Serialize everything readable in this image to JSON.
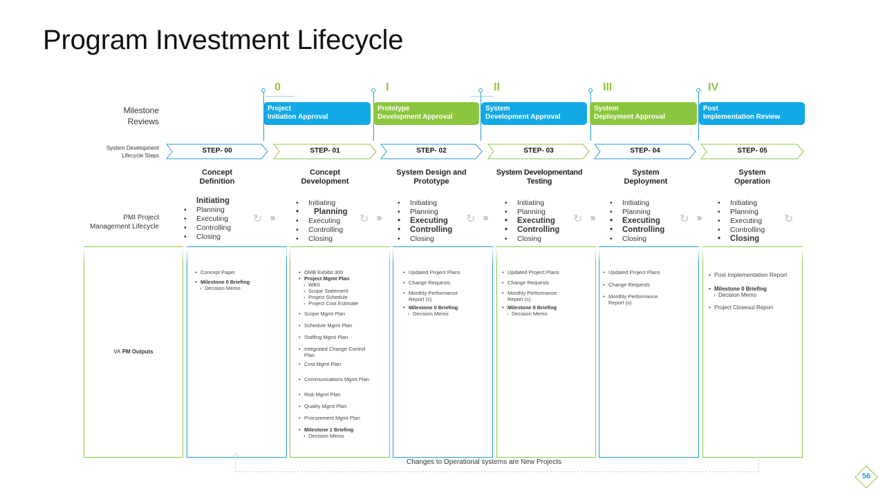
{
  "title": "Program Investment Lifecycle",
  "milestones": [
    {
      "roman": "0",
      "line1": "Project",
      "line2": "Initiation Approval",
      "color": "blue"
    },
    {
      "roman": "I",
      "line1": "Prototype",
      "line2": "Development Approval",
      "color": "green"
    },
    {
      "roman": "II",
      "line1": "System",
      "line2": "Development Approval",
      "color": "blue"
    },
    {
      "roman": "III",
      "line1": "System",
      "line2": "Deployment Approval",
      "color": "green"
    },
    {
      "roman": "IV",
      "line1": "Post",
      "line2": "Implementation Review",
      "color": "blue"
    }
  ],
  "labels": {
    "milestone_reviews_1": "Milestone",
    "milestone_reviews_2": "Reviews",
    "sdlc_1": "System Development",
    "sdlc_2": "Lifecycle Steps",
    "pmi_1": "PMI Project",
    "pmi_2": "Management Lifecycle",
    "outputs_prefix": "VA",
    "outputs_bold": "PM Outputs"
  },
  "steps": [
    "STEP- 00",
    "STEP- 01",
    "STEP- 02",
    "STEP- 03",
    "STEP- 04",
    "STEP- 05"
  ],
  "phases": [
    {
      "l1": "Concept",
      "l2": "Definition"
    },
    {
      "l1": "Concept",
      "l2": "Development"
    },
    {
      "l1": "System Design and",
      "l2": "Prototype"
    },
    {
      "l1": "System Developmentand",
      "l2": "Testing"
    },
    {
      "l1": "System",
      "l2": "Deployment"
    },
    {
      "l1": "System",
      "l2": "Operation"
    }
  ],
  "pmi_items": [
    "Initiating",
    "Planning",
    "Executing",
    "Controlling",
    "Closing"
  ],
  "outputs": {
    "c0": {
      "a": "Concept Paper",
      "b": "Milestone 0 Briefing",
      "c": "Decision Memo"
    },
    "c1": {
      "a": "OMB Exhibit 300",
      "b": "Project Mgmt Plan",
      "c": "WBS",
      "d": "Scope Statement",
      "e": "Project Schedule",
      "f": "Project Cost Estimate",
      "g": "Scope Mgmt Plan",
      "h": "Schedule Mgmt Plan",
      "i": "Staffing Mgmt Plan",
      "j": "Integrated Change Control",
      "j2": "Plan",
      "k": "Cost Mgmt Plan",
      "l": "Communications Mgmt Plan",
      "m": "Risk Mgmt Plan",
      "n": "Quality Mgmt Plan",
      "o": "Procurement Mgmt Plan",
      "p": "Milestone 1 Briefing",
      "q": "Decision Memo"
    },
    "c2": {
      "a": "Updated Project Plans",
      "b": "Change Requests",
      "c": "Monthly Performance",
      "c2": "Report (s)",
      "d": "Milestone 0 Briefing",
      "e": "Decision Memo"
    },
    "c3": {
      "a": "Updated Project Plans",
      "b": "Change Requests",
      "c": "Monthly Performance",
      "c2": "Report (s)",
      "d": "Milestone 0 Briefing",
      "e": "Decision Memo"
    },
    "c4": {
      "a": "Updated Project Plans",
      "b": "Change Requests",
      "c": "Monthly Performance",
      "c2": "Report (s)"
    },
    "c5": {
      "a": "Post Implementation Report",
      "b": "Milestone 0 Briefing",
      "c": "Decision Memo",
      "d": "Project Closeout Report"
    }
  },
  "note": "Changes to Operational systems are New Projects",
  "page_number": "56",
  "colors": {
    "blue": "#12a9e6",
    "green": "#8cc63f"
  }
}
